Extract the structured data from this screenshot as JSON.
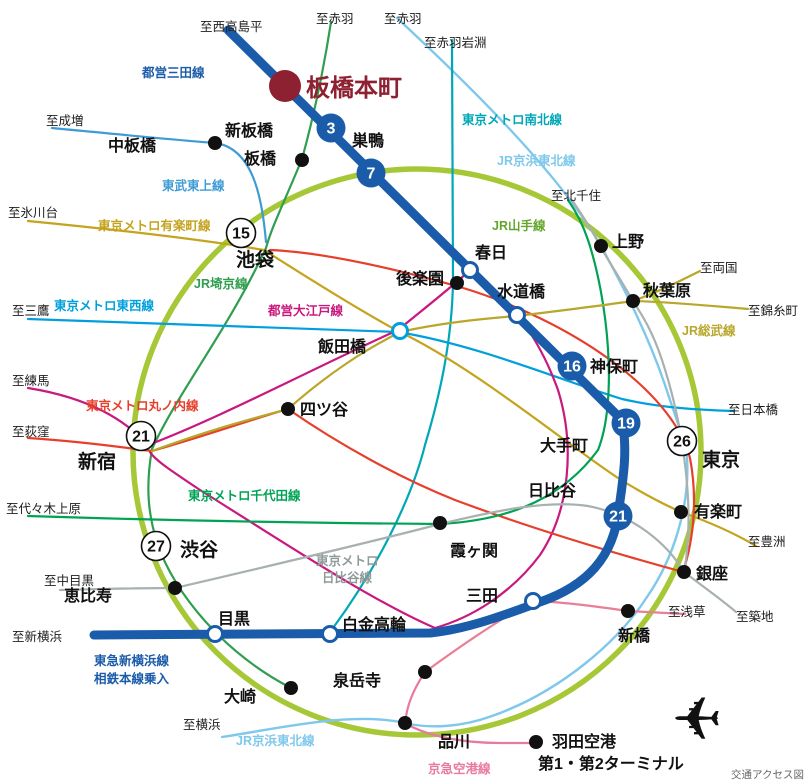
{
  "map": {
    "footer_note": "交通アクセス図"
  },
  "stations": {
    "itabashi_honcho": "板橋本町",
    "shin_itabashi": "新板橋",
    "sugamo": "巣鴨",
    "naka_itabashi": "中板橋",
    "itabashi": "板橋",
    "ikebukuro": "池袋",
    "kasuga": "春日",
    "ueno": "上野",
    "korakuen": "後楽園",
    "suidobashi": "水道橋",
    "akihabara": "秋葉原",
    "iidabashi": "飯田橋",
    "jimbocho": "神保町",
    "yotsuya": "四ツ谷",
    "shinjuku": "新宿",
    "otemachi": "大手町",
    "tokyo": "東京",
    "hibiya": "日比谷",
    "yurakucho": "有楽町",
    "shibuya": "渋谷",
    "kasumigaseki": "霞ヶ関",
    "ginza": "銀座",
    "ebisu": "恵比寿",
    "mita": "三田",
    "meguro": "目黒",
    "shirokane_takanawa": "白金高輪",
    "shimbashi": "新橋",
    "sengakuji": "泉岳寺",
    "osaki": "大崎",
    "shinagawa": "品川",
    "haneda_airport": "羽田空港",
    "haneda_terminals": "第1・第2ターミナル"
  },
  "directions": {
    "nishi_takashimadaira": "至西高島平",
    "akabane_a": "至赤羽",
    "akabane_b": "至赤羽",
    "akabane_iwabuchi": "至赤羽岩淵",
    "narimasu": "至成増",
    "kita_senju": "至北千住",
    "hikawadai": "至氷川台",
    "ryogoku": "至両国",
    "mitaka": "至三鷹",
    "kinshicho": "至錦糸町",
    "nerima": "至練馬",
    "nihombashi": "至日本橋",
    "ogikubo": "至荻窪",
    "yoyogi_uehara": "至代々木上原",
    "toyosu": "至豊洲",
    "naka_meguro": "至中目黒",
    "asakusa": "至浅草",
    "tsukiji": "至築地",
    "shin_yokohama": "至新横浜",
    "yokohama": "至横浜"
  },
  "lines": {
    "toei_mita": "都営三田線",
    "metro_namboku": "東京メトロ南北線",
    "jr_keihin_tohoku_north": "JR京浜東北線",
    "tobu_tojo": "東武東上線",
    "metro_yurakucho": "東京メトロ有楽町線",
    "jr_yamanote": "JR山手線",
    "jr_saikyo": "JR埼京線",
    "metro_tozai": "東京メトロ東西線",
    "toei_oedo": "都営大江戸線",
    "jr_sobu": "JR総武線",
    "metro_marunouchi": "東京メトロ丸ノ内線",
    "metro_chiyoda": "東京メトロ千代田線",
    "metro_hibiya_row1": "東京メトロ",
    "metro_hibiya_row2": "日比谷線",
    "tokyu_shin_yokohama": "東急新横浜線",
    "sotetsu_through": "相鉄本線乗入",
    "jr_keihin_tohoku_south": "JR京浜東北線",
    "keikyu_airport": "京急空港線"
  },
  "badges": {
    "shin_itabashi": "3",
    "sugamo": "7",
    "ikebukuro": "15",
    "jimbocho": "16",
    "otemachi": "19",
    "hibiya": "21",
    "shinjuku": "21",
    "tokyo": "26",
    "shibuya": "27"
  },
  "colors": {
    "mita": "#1b5caa",
    "yamanote": "#a6c837",
    "yamanote_label": "#64a52c",
    "tobu_tojo": "#3e9bd5",
    "namboku": "#00a7b7",
    "keihin_tohoku": "#7ec8ec",
    "saikyo": "#2f9e4e",
    "yurakucho": "#c4a31d",
    "tozai": "#00a0dc",
    "oedo": "#c9187e",
    "marunouchi": "#e6402c",
    "chiyoda": "#00a254",
    "hibiya_line": "#a8b0b0",
    "hibiya_label": "#8f9b9b",
    "sobu": "#b8a72b",
    "keikyu": "#e97a9f",
    "asakusa": "#e87f96",
    "highlight_red": "#8e2131"
  },
  "icons": {
    "airplane": "✈"
  }
}
